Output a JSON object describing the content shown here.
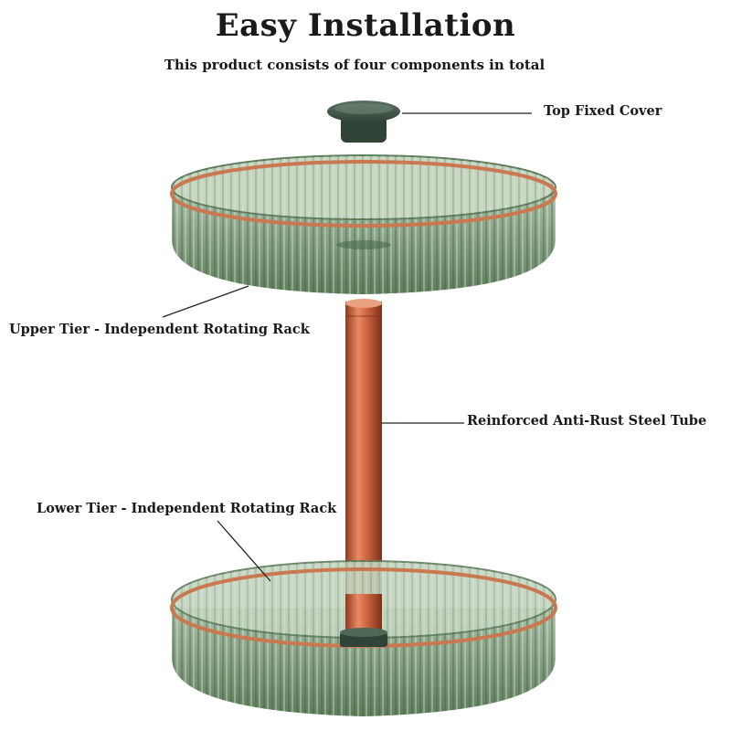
{
  "heading": {
    "title": "Easy Installation",
    "subtitle": "This product consists of four components in total"
  },
  "callouts": {
    "top_cover": "Top Fixed Cover",
    "upper_tier": "Upper Tier - Independent Rotating Rack",
    "steel_tube": "Reinforced Anti-Rust Steel Tube",
    "lower_tier": "Lower Tier - Independent Rotating Rack"
  },
  "colors": {
    "tray_green": "#6f8f6c",
    "tray_dark": "#3f5a40",
    "rim_copper": "#c9784f",
    "tube_copper": "#c8613e",
    "cap_dark": "#3e5444"
  }
}
